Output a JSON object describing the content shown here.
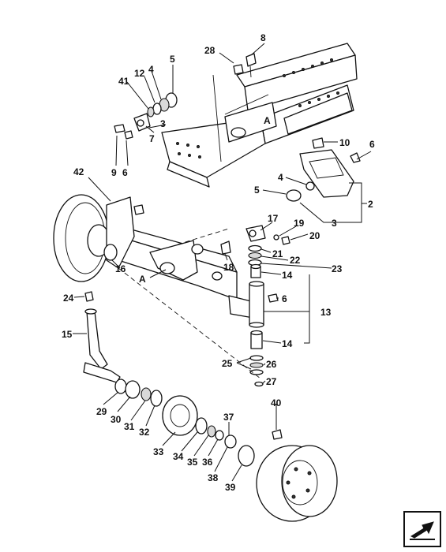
{
  "diagram": {
    "labels": {
      "l1": "8",
      "l2": "28",
      "l3": "5",
      "l4": "41",
      "l5": "12",
      "l6": "4",
      "l7": "3",
      "l8": "7",
      "l9": "9",
      "l10": "6",
      "l11": "A",
      "l12": "10",
      "l13": "6",
      "l14": "4",
      "l15": "5",
      "l16": "2",
      "l17": "3",
      "l18": "42",
      "l19": "17",
      "l20": "19",
      "l21": "20",
      "l22": "21",
      "l23": "22",
      "l24": "23",
      "l25": "18",
      "l26": "16",
      "l27": "A",
      "l28": "14",
      "l29": "6",
      "l30": "24",
      "l31": "13",
      "l32": "15",
      "l33": "14",
      "l34": "25",
      "l35": "26",
      "l36": "27",
      "l37": "40",
      "l38": "29",
      "l39": "30",
      "l40": "31",
      "l41": "32",
      "l42": "37",
      "l43": "33",
      "l44": "34",
      "l45": "35",
      "l46": "36",
      "l47": "38",
      "l48": "39"
    }
  },
  "navigation": {
    "icon": "arrow-icon"
  }
}
